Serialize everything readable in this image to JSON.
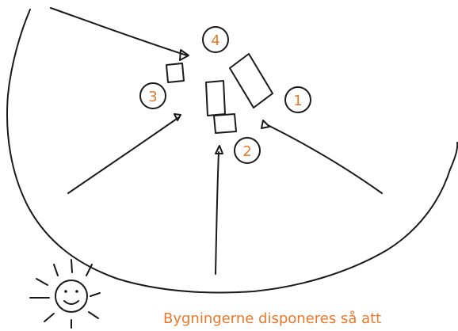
{
  "colors": {
    "ink": "#1a1a1a",
    "accent": "#e8792a",
    "background": "#ffffff"
  },
  "diagram": {
    "labels": [
      "1",
      "2",
      "3",
      "4"
    ],
    "caption": "Bygningerne disponeres så att"
  },
  "icons": {
    "sun": "sun-smiley-icon",
    "arrow": "arrowhead"
  }
}
